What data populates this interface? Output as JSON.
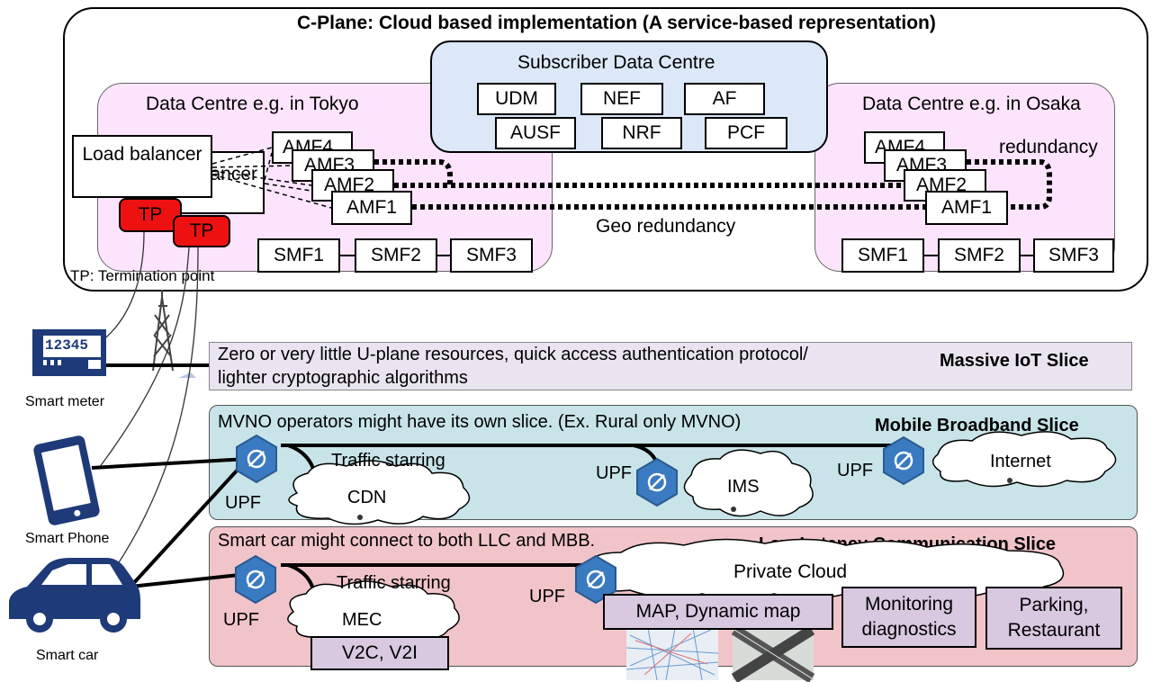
{
  "cplane": {
    "title": "C-Plane: Cloud based implementation (A service-based representation)",
    "subscriber_dc": {
      "title": "Subscriber Data Centre",
      "functions": [
        "UDM",
        "NEF",
        "AF",
        "AUSF",
        "NRF",
        "PCF"
      ]
    },
    "tokyo": {
      "title": "Data Centre e.g. in Tokyo",
      "load_balancer": "Load balancer",
      "load_balancer_back": "ancer",
      "amf_back": [
        "AMF4",
        "AMF3",
        "AMF2"
      ],
      "amf_front": "AMF1",
      "smf": [
        "SMF1",
        "SMF2",
        "SMF3"
      ],
      "tp": "TP",
      "tp_note": "TP: Termination point"
    },
    "osaka": {
      "title": "Data Centre e.g. in Osaka",
      "redundancy": "redundancy",
      "amf_back": [
        "AMF4",
        "AMF3",
        "AMF2"
      ],
      "amf_front": "AMF1",
      "smf": [
        "SMF1",
        "SMF2",
        "SMF3"
      ]
    },
    "geo_redundancy": "Geo redundancy"
  },
  "devices": {
    "meter_display": "12345",
    "smart_meter": "Smart meter",
    "smart_phone": "Smart Phone",
    "smart_car": "Smart car"
  },
  "iot_slice": {
    "title": "Massive IoT Slice",
    "text_line1": "Zero or very little U-plane resources, quick access authentication protocol/",
    "text_line2": "lighter cryptographic algorithms"
  },
  "mbb_slice": {
    "title": "Mobile Broadband Slice",
    "text": "MVNO operators might have its own slice. (Ex. Rural only MVNO)",
    "upf": "UPF",
    "traffic": "Traffic starring",
    "cdn": "CDN",
    "ims": "IMS",
    "internet": "Internet"
  },
  "llc_slice": {
    "title": "Low Latency Communication Slice",
    "text": "Smart car might connect to both LLC and MBB.",
    "upf": "UPF",
    "traffic": "Traffic starring",
    "mec": "MEC",
    "v2c": "V2C, V2I",
    "private_cloud": "Private Cloud",
    "map": "MAP, Dynamic map",
    "monitoring_1": "Monitoring",
    "monitoring_2": "diagnostics",
    "parking_1": "Parking,",
    "parking_2": "Restaurant"
  },
  "colors": {
    "pink": "#fce4fc",
    "blue": "#dce8f8",
    "iot": "#e8e4f0",
    "mbb": "#c8e4e8",
    "llc": "#f0c4c8",
    "tp": "#ee1111",
    "purple": "#d8c8e0"
  }
}
